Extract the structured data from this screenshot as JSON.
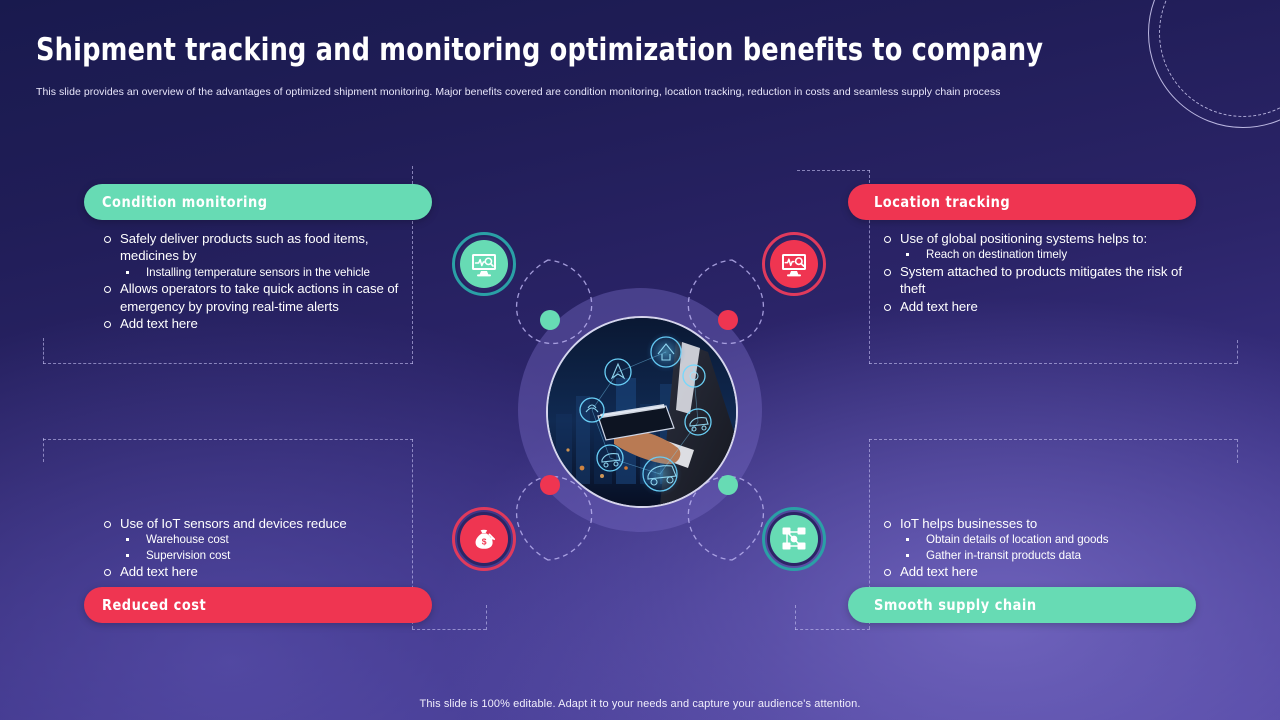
{
  "slide": {
    "title": "Shipment tracking and monitoring optimization benefits to company",
    "subtitle": "This slide provides an overview of the advantages of optimized shipment monitoring. Major benefits covered are condition monitoring, location tracking, reduction in costs and seamless supply chain process",
    "footer": "This slide is 100% editable. Adapt it to your needs and capture your audience's attention."
  },
  "colors": {
    "teal": "#67dbb4",
    "red": "#ef3551",
    "background_dark": "#191a4e",
    "background_light": "#4f43a0",
    "text": "#ffffff"
  },
  "quadrants": [
    {
      "id": "condition-monitoring",
      "label": "Condition monitoring",
      "accent": "#67dbb4",
      "icon": "monitor-pulse-icon",
      "bullets": [
        {
          "text": "Safely deliver products such as food items, medicines by",
          "sub": [
            "Installing temperature sensors in the vehicle"
          ]
        },
        {
          "text": "Allows operators to take quick actions in case of emergency by proving real-time alerts",
          "sub": []
        },
        {
          "text": "Add text here",
          "sub": []
        }
      ]
    },
    {
      "id": "location-tracking",
      "label": "Location tracking",
      "accent": "#ef3551",
      "icon": "monitor-search-icon",
      "bullets": [
        {
          "text": "Use of global positioning systems helps to:",
          "sub": [
            "Reach on destination timely"
          ]
        },
        {
          "text": "System attached to products mitigates the risk of theft",
          "sub": []
        },
        {
          "text": "Add text here",
          "sub": []
        }
      ]
    },
    {
      "id": "reduced-cost",
      "label": "Reduced cost",
      "accent": "#ef3551",
      "icon": "money-bag-down-icon",
      "bullets": [
        {
          "text": "Use of IoT sensors and devices reduce",
          "sub": [
            "Warehouse cost",
            "Supervision cost"
          ]
        },
        {
          "text": "Add text here",
          "sub": []
        }
      ]
    },
    {
      "id": "smooth-supply-chain",
      "label": "Smooth supply chain",
      "accent": "#67dbb4",
      "icon": "network-nodes-icon",
      "bullets": [
        {
          "text": "IoT helps businesses to",
          "sub": [
            "Obtain details of location and goods",
            "Gather in-transit products data"
          ]
        },
        {
          "text": "Add text here",
          "sub": []
        }
      ]
    }
  ],
  "center_image": {
    "name": "iot-connected-logistics-photo",
    "description": "Hand holding a tablet with glowing IoT icons over a night city skyline"
  }
}
